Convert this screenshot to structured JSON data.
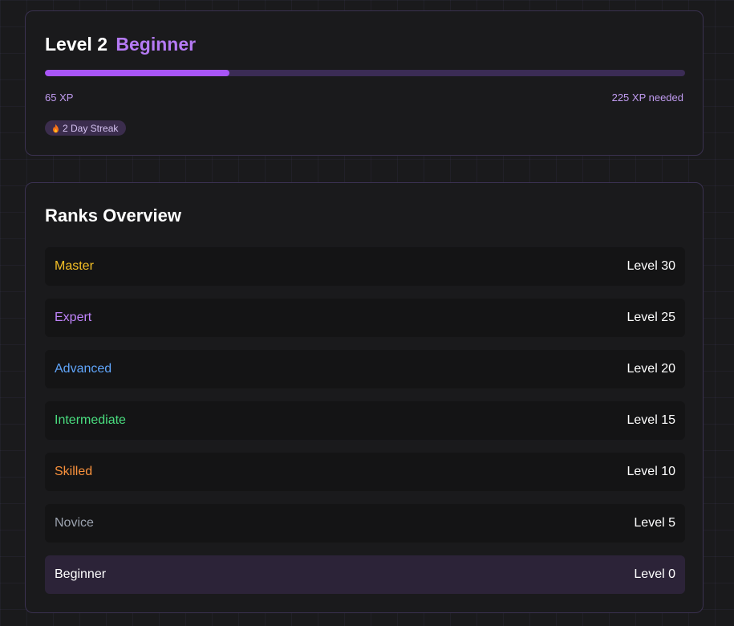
{
  "level_card": {
    "level_label": "Level 2",
    "rank_name": "Beginner",
    "progress_fraction": 0.288,
    "xp_current": "65 XP",
    "xp_needed": "225 XP needed",
    "streak_label": "2 Day Streak",
    "streak_icon": "fire-icon"
  },
  "ranks": {
    "title": "Ranks Overview",
    "items": [
      {
        "name": "Master",
        "level": "Level 30",
        "color": "#f5c026"
      },
      {
        "name": "Expert",
        "level": "Level 25",
        "color": "#c084fc"
      },
      {
        "name": "Advanced",
        "level": "Level 20",
        "color": "#60a5fa"
      },
      {
        "name": "Intermediate",
        "level": "Level 15",
        "color": "#4ade80"
      },
      {
        "name": "Skilled",
        "level": "Level 10",
        "color": "#fb923c"
      },
      {
        "name": "Novice",
        "level": "Level 5",
        "color": "#9ca3af"
      },
      {
        "name": "Beginner",
        "level": "Level 0",
        "color": "#ffffff",
        "current": true
      }
    ]
  },
  "colors": {
    "accent": "#a855f7",
    "progress_track": "#3b2c55",
    "card_border": "#3a3150",
    "current_row_bg": "#2c2338"
  }
}
